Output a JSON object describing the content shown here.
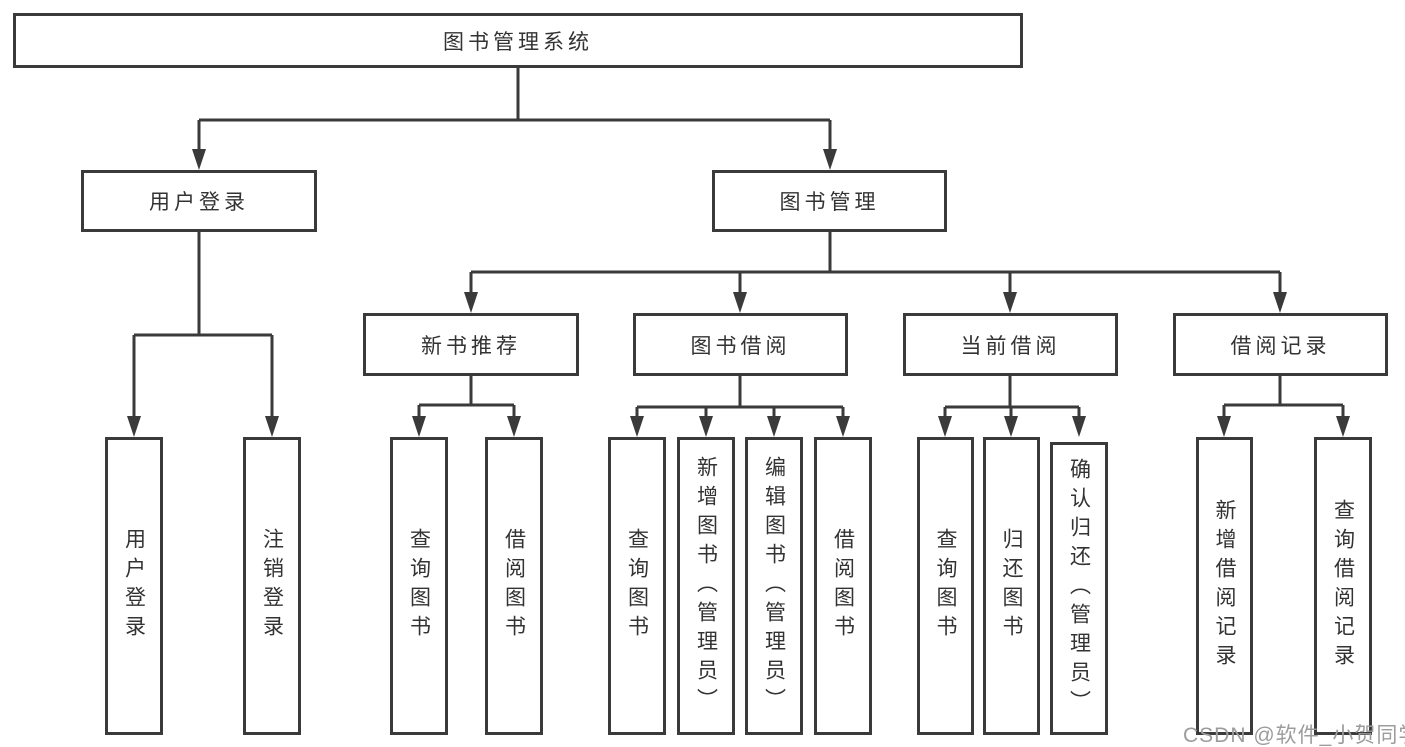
{
  "colors": {
    "line": "#3a3a3a",
    "text": "#333333",
    "box_background": "#ffffff",
    "page_background": "#ffffff",
    "watermark": "#9c9c9c"
  },
  "watermark": {
    "text": "CSDN @软件_小贺同学"
  },
  "system": {
    "label": "图书管理系统",
    "children": [
      {
        "label": "用户登录",
        "children": [
          {
            "label": "用户登录"
          },
          {
            "label": "注销登录"
          }
        ]
      },
      {
        "label": "图书管理",
        "children": [
          {
            "label": "新书推荐",
            "children": [
              {
                "label": "查询图书"
              },
              {
                "label": "借阅图书"
              }
            ]
          },
          {
            "label": "图书借阅",
            "children": [
              {
                "label": "查询图书"
              },
              {
                "label": "新增图书（管理员）"
              },
              {
                "label": "编辑图书（管理员）"
              },
              {
                "label": "借阅图书"
              }
            ]
          },
          {
            "label": "当前借阅",
            "children": [
              {
                "label": "查询图书"
              },
              {
                "label": "归还图书"
              },
              {
                "label": "确认归还（管理员）"
              }
            ]
          },
          {
            "label": "借阅记录",
            "children": [
              {
                "label": "新增借阅记录"
              },
              {
                "label": "查询借阅记录"
              }
            ]
          }
        ]
      }
    ]
  }
}
